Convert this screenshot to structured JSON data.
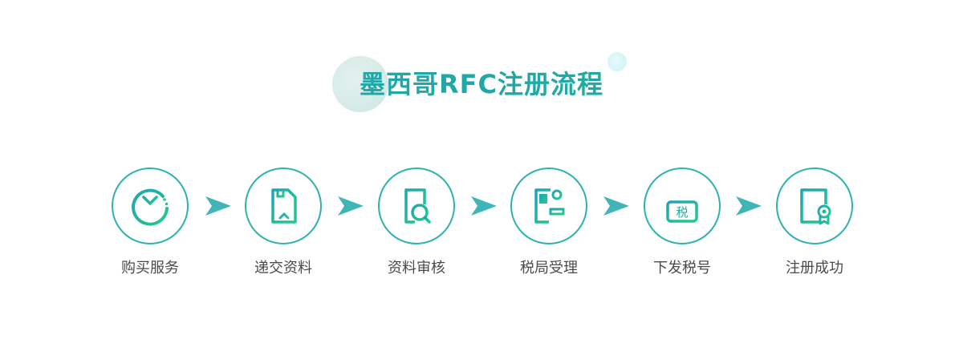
{
  "title": "墨西哥RFC注册流程",
  "colors": {
    "accent": "#2eb2b0",
    "icon_gradient_start": "#1ea6b3",
    "icon_gradient_end": "#24c98b",
    "arrow": "#3fb5b7",
    "label_text": "#4a4a4a"
  },
  "steps": [
    {
      "label": "购买服务",
      "icon": "yuan-coin-icon"
    },
    {
      "label": "递交资料",
      "icon": "document-upload-icon"
    },
    {
      "label": "资料审核",
      "icon": "document-search-icon"
    },
    {
      "label": "税局受理",
      "icon": "stamp-document-icon"
    },
    {
      "label": "下发税号",
      "icon": "tax-tray-icon"
    },
    {
      "label": "注册成功",
      "icon": "certificate-icon"
    }
  ],
  "tax_icon_glyph": "税",
  "arrow_icon": "chevron-arrow-right-icon"
}
